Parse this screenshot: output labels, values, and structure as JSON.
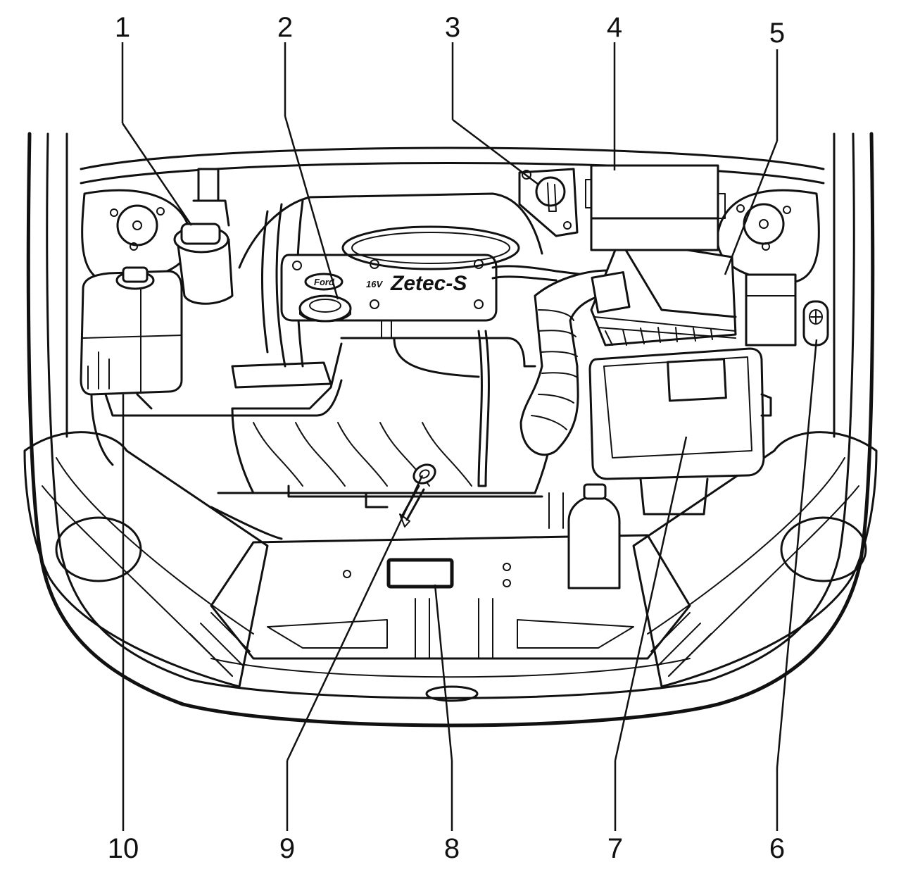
{
  "callouts": [
    {
      "id": "1",
      "label": "1"
    },
    {
      "id": "2",
      "label": "2"
    },
    {
      "id": "3",
      "label": "3"
    },
    {
      "id": "4",
      "label": "4"
    },
    {
      "id": "5",
      "label": "5"
    },
    {
      "id": "6",
      "label": "6"
    },
    {
      "id": "7",
      "label": "7"
    },
    {
      "id": "8",
      "label": "8"
    },
    {
      "id": "9",
      "label": "9"
    },
    {
      "id": "10",
      "label": "10"
    }
  ],
  "engine_cover": {
    "brand_text": "Zetec-S",
    "valve_text": "16V",
    "ford_logo": "Ford"
  },
  "colors": {
    "ink": "#111111",
    "paper": "#ffffff"
  }
}
